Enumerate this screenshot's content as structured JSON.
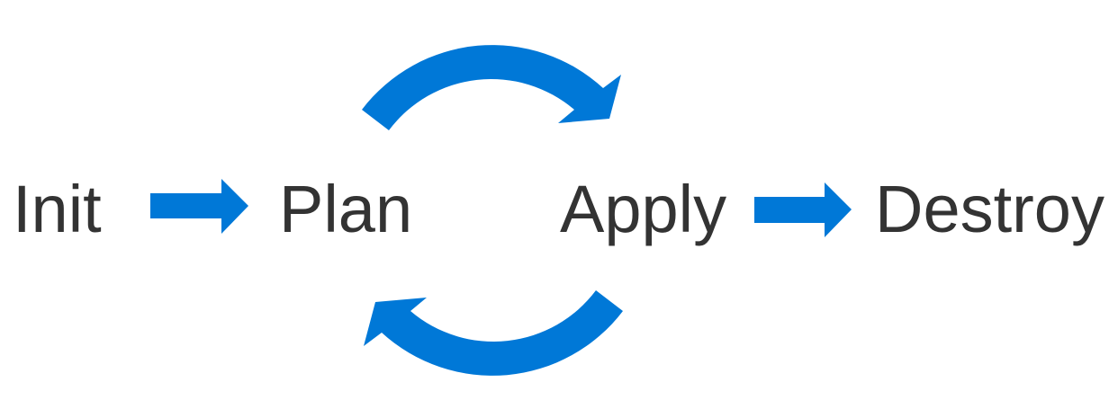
{
  "stages": [
    "Init",
    "Plan",
    "Apply",
    "Destroy"
  ],
  "colors": {
    "arrow": "#0078D7",
    "text": "#333333"
  }
}
